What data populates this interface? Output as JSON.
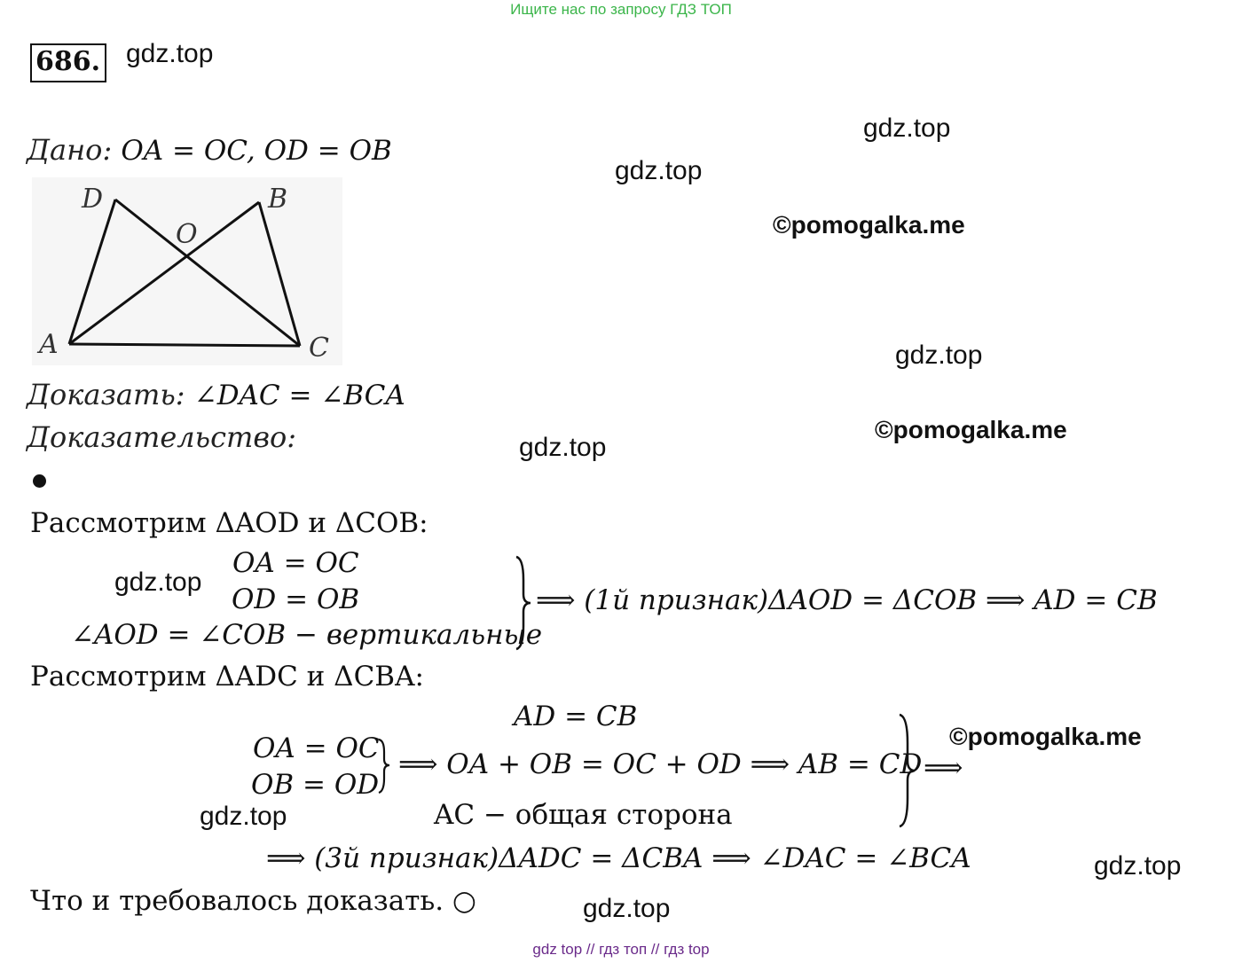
{
  "header": {
    "banner": "Ищите нас по запросу ГДЗ ТОП"
  },
  "task_number": "686.",
  "watermarks": {
    "gdz": "gdz.top",
    "pomogalka": "©pomogalka.me"
  },
  "given": {
    "label": "Дано",
    "statement": "OA = OC, OD = OB"
  },
  "figure": {
    "vertex_labels": {
      "D": "D",
      "B": "B",
      "O": "O",
      "A": "A",
      "C": "C"
    }
  },
  "prove": {
    "label": "Доказать",
    "statement": "∠DAC = ∠BCA"
  },
  "proof": {
    "label": "Доказательство",
    "step1": {
      "intro": "Рассмотрим ΔAOD и ΔCOB:",
      "lines": [
        "OA = OC",
        "OD = OB",
        "∠AOD = ∠COB − вертикальные"
      ],
      "conclusion": "⟹ (1й признак)ΔAOD = ΔCOB ⟹ AD = CB"
    },
    "step2": {
      "intro": "Рассмотрим ΔADC и ΔCBA:",
      "top_line": "AD = CB",
      "inner_lines": [
        "OA = OC",
        "OB = OD"
      ],
      "middle_line": "⟹ OA + OB = OC + OD ⟹ AB = CD",
      "bottom_line": "AC − общая сторона",
      "arrow": "⟹",
      "conclusion": "⟹ (3й признак)ΔADC = ΔCBA ⟹ ∠DAC = ∠BCA"
    },
    "end": "Что и требовалось доказать. ○"
  },
  "footer": {
    "text": "gdz top  //  гдз топ  //  гдз top"
  }
}
